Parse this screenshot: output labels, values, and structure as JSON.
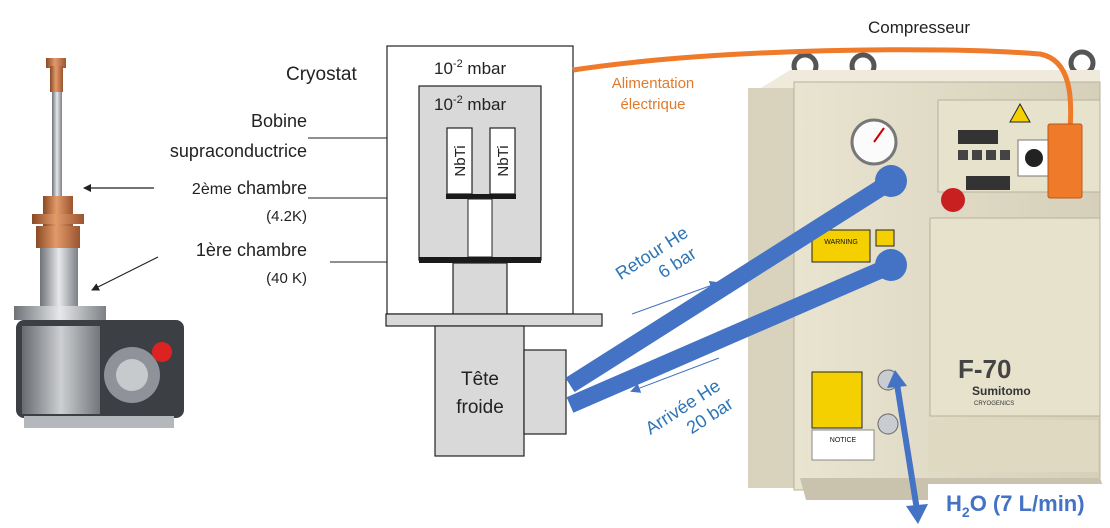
{
  "labels": {
    "compressor_title": "Compresseur",
    "cryostat": "Cryostat",
    "vacuum_outer_base": "10",
    "vacuum_outer_exp": "-2",
    "vacuum_outer_unit": " mbar",
    "vacuum_inner_base": "10",
    "vacuum_inner_exp": "-2",
    "vacuum_inner_unit": " mbar",
    "coil_line1": "Bobine",
    "coil_line2": "supraconductrice",
    "stage2_prefix": "2ème",
    "stage2_word": " chambre",
    "stage2_temp": "(4.2K)",
    "stage1_prefix": "1ère",
    "stage1_word": " chambre",
    "stage1_temp": "(40 K)",
    "nbti_left": "NbTi",
    "nbti_right": "NbTi",
    "cold_head_line1": "Tête",
    "cold_head_line2": "froide",
    "power_line1": "Alimentation",
    "power_line2": "électrique",
    "return_line1": "Retour He",
    "return_line2": "6 bar",
    "supply_line1": "Arrivée He",
    "supply_line2": "20 bar",
    "water_h": "H",
    "water_sub": "2",
    "water_rest": "O (7 L/min)",
    "compressor_model": "F-70",
    "compressor_brand": "Sumitomo",
    "compressor_brand_sub": "CRYOGENICS",
    "notice": "NOTICE",
    "warning": "WARNING"
  },
  "colors": {
    "orange_cable": "#EE7A2A",
    "blue_line": "#4472C4",
    "blue_text": "#2E75B6",
    "orange_text": "#E07A2E",
    "water_text": "#4472C4",
    "chamber_fill": "#D9D9D9",
    "plate": "#1A1A1A"
  }
}
